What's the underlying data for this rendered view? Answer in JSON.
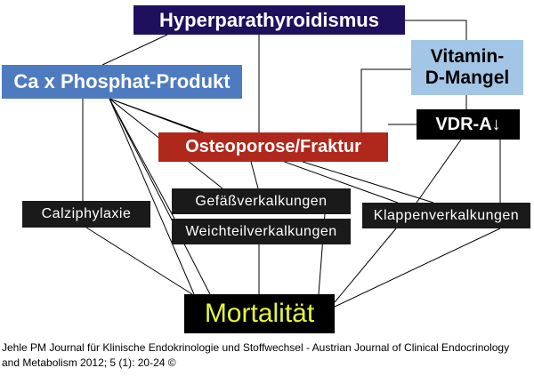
{
  "nodes": {
    "hyper": "Hyperparathyroidismus",
    "ca_phosphat": "Ca x Phosphat-Produkt",
    "vitamin_d": "Vitamin-\nD-Mangel",
    "vdr": "VDR-A↓",
    "osteoporose": "Osteoporose/Fraktur",
    "calziphylaxie": "Calziphylaxie",
    "gefaess": "Gefäßverkalkungen",
    "weichteil": "Weichteilverkalkungen",
    "klappen": "Klappenverkalkungen",
    "mortalitaet": "Mortalität"
  },
  "caption": {
    "line1": "Jehle PM Journal für Klinische Endokrinologie und Stoffwechsel - Austrian Journal of Clinical Endocrinology",
    "line2": "and Metabolism 2012; 5 (1): 20-24 ©"
  },
  "colors": {
    "hyper_bg": "#1f0f5c",
    "ca_bg": "#4e7bc0",
    "vitamin_bg": "#a3c6e6",
    "osteo_bg": "#b0281c",
    "mortalitaet_text": "#e6f53a",
    "edge": "#000000"
  }
}
